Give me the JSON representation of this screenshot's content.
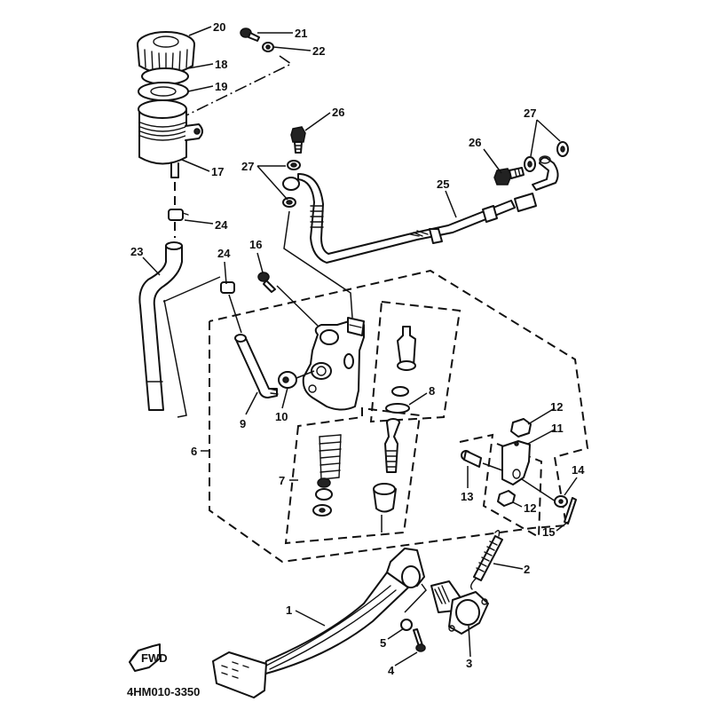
{
  "diagram": {
    "title": "Rear master cylinder / brake pedal exploded parts diagram",
    "part_code": "4HM010-3350",
    "direction_badge": "FWD",
    "colors": {
      "ink": "#111111",
      "background": "#ffffff"
    },
    "callouts": {
      "c1": "1",
      "c2": "2",
      "c3": "3",
      "c4": "4",
      "c5": "5",
      "c6": "6",
      "c7": "7",
      "c8": "8",
      "c9": "9",
      "c10": "10",
      "c11": "11",
      "c12a": "12",
      "c12b": "12",
      "c13": "13",
      "c14": "14",
      "c15": "15",
      "c16": "16",
      "c17": "17",
      "c18": "18",
      "c19": "19",
      "c20": "20",
      "c21": "21",
      "c22": "22",
      "c23": "23",
      "c24a": "24",
      "c24b": "24",
      "c25": "25",
      "c26a": "26",
      "c26b": "26",
      "c27a": "27",
      "c27b": "27"
    }
  }
}
